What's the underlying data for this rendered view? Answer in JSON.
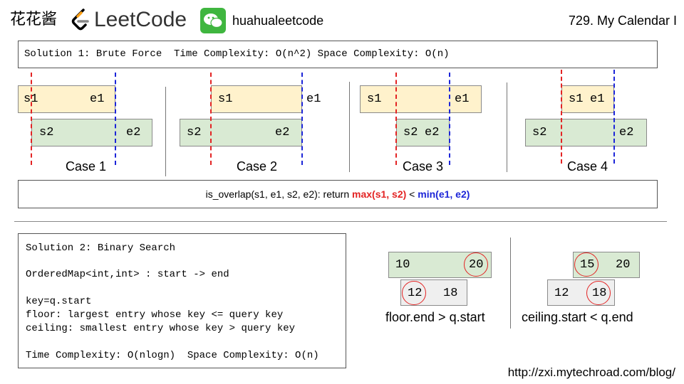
{
  "header": {
    "brand_chinese": "花花酱",
    "leetcode_logo_text": "LeetCode",
    "wechat_handle": "huahualeetcode",
    "problem_title": "729. My Calendar I"
  },
  "solution1": {
    "heading": "Solution 1: Brute Force  Time Complexity: O(n^2) Space Complexity: O(n)",
    "cases": [
      {
        "top": [
          "s1",
          "e1"
        ],
        "bottom": [
          "s2",
          "e2"
        ],
        "label": "Case 1"
      },
      {
        "top": [
          "s1",
          "e1"
        ],
        "bottom": [
          "s2",
          "e2"
        ],
        "label": "Case 2"
      },
      {
        "top": [
          "s1",
          "e1"
        ],
        "bottom": [
          "s2",
          "e2"
        ],
        "label": "Case 3"
      },
      {
        "top": [
          "s1",
          "e1"
        ],
        "bottom": [
          "s2",
          "e2"
        ],
        "label": "Case 4"
      }
    ],
    "formula": {
      "prefix": "is_overlap(s1, e1, s2, e2): return ",
      "max_part": "max(s1, s2)",
      "op": " < ",
      "min_part": "min(e1, e2)"
    }
  },
  "solution2": {
    "lines": [
      "Solution 2: Binary Search",
      "",
      "OrderedMap<int,int> : start -> end",
      "",
      "key=q.start",
      "floor: largest entry whose key <= query key",
      "ceiling: smallest entry whose key > query key",
      "",
      "Time Complexity: O(nlogn)  Space Complexity: O(n)"
    ],
    "floor_example": {
      "top": [
        "10",
        "20"
      ],
      "bottom": [
        "12",
        "18"
      ],
      "caption": "floor.end > q.start"
    },
    "ceiling_example": {
      "top": [
        "15",
        "20"
      ],
      "bottom": [
        "12",
        "18"
      ],
      "caption": "ceiling.start < q.end"
    }
  },
  "footer": {
    "url": "http://zxi.mytechroad.com/blog/"
  },
  "colors": {
    "red": "#e32424",
    "blue": "#1c25d8",
    "orange_fill": "#fff2cc",
    "green_fill": "#d9ead3",
    "gray_fill": "#efefef"
  }
}
